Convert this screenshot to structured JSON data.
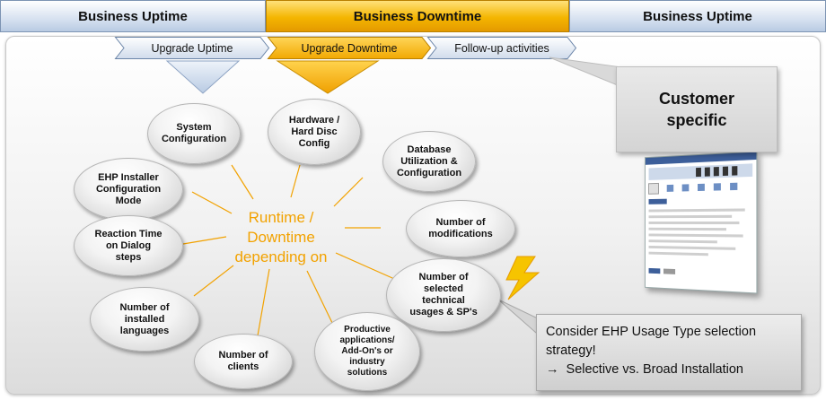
{
  "phases": [
    {
      "label": "Business Uptime"
    },
    {
      "label": "Business Downtime"
    },
    {
      "label": "Business Uptime"
    }
  ],
  "subphases": [
    {
      "label": "Upgrade Uptime"
    },
    {
      "label": "Upgrade Downtime"
    },
    {
      "label": "Follow-up activities"
    }
  ],
  "center": {
    "line1": "Runtime /",
    "line2": "Downtime",
    "line3": "depending on"
  },
  "factors": [
    {
      "lines": [
        "System",
        "Configuration"
      ]
    },
    {
      "lines": [
        "Hardware /",
        "Hard Disc",
        "Config"
      ]
    },
    {
      "lines": [
        "Database",
        "Utilization &",
        "Configuration"
      ]
    },
    {
      "lines": [
        "EHP Installer",
        "Configuration",
        "Mode"
      ]
    },
    {
      "lines": [
        "Number of",
        "modifications"
      ]
    },
    {
      "lines": [
        "Reaction Time",
        "on Dialog",
        "steps"
      ]
    },
    {
      "lines": [
        "Number of",
        "selected",
        "technical",
        "usages & SP's"
      ]
    },
    {
      "lines": [
        "Number of",
        "installed",
        "languages"
      ]
    },
    {
      "lines": [
        "Number of",
        "clients"
      ]
    },
    {
      "lines": [
        "Productive",
        "applications/",
        "Add-On's or",
        "industry",
        "solutions"
      ]
    }
  ],
  "callouts": {
    "customer_specific": {
      "line1": "Customer",
      "line2": "specific"
    },
    "ehp_note": {
      "line1": "Consider EHP Usage Type selection",
      "line2": "strategy!",
      "arrow": "→",
      "line3": "Selective vs. Broad Installation"
    }
  },
  "colors": {
    "accent": "#f2a200",
    "uptime": "#d6e1f0",
    "downtime": "#f4b500"
  }
}
